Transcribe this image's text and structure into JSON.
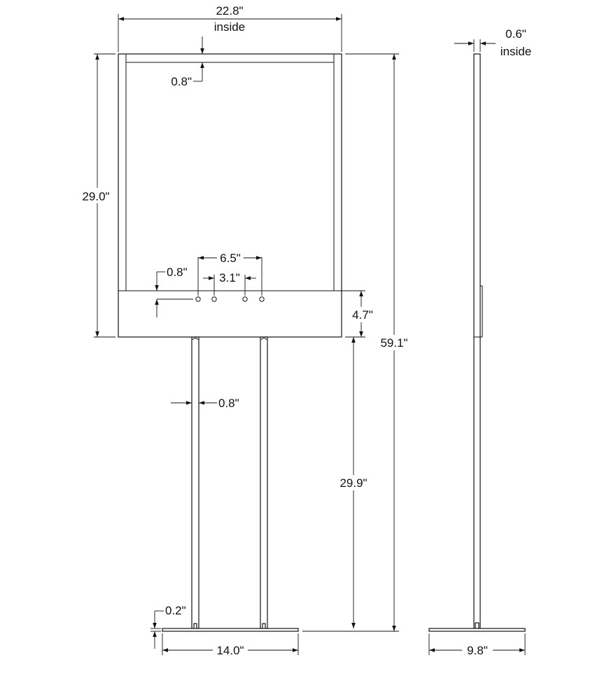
{
  "dimensions": {
    "frame_width": "22.8\"",
    "frame_width_note": "inside",
    "side_depth": "0.6\"",
    "side_depth_note": "inside",
    "top_rail": "0.8\"",
    "frame_height": "29.0\"",
    "hole_outer_spacing": "6.5\"",
    "hole_inner_spacing": "3.1\"",
    "hole_offset": "0.8\"",
    "header_height": "4.7\"",
    "overall_height": "59.1\"",
    "post_width": "0.8\"",
    "post_height": "29.9\"",
    "base_thickness": "0.2\"",
    "base_width": "14.0\"",
    "base_depth": "9.8\""
  }
}
